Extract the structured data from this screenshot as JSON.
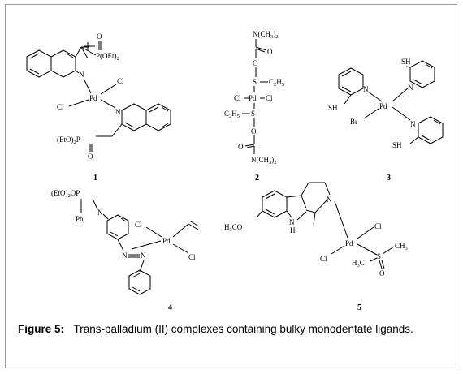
{
  "figure": {
    "label": "Figure 5:",
    "caption": "Trans-palladium (II) complexes containing bulky monodentate ligands."
  },
  "compounds": [
    {
      "number": "1",
      "atoms": {
        "pd": "Pd",
        "cl_top": "Cl",
        "cl_left": "Cl",
        "n1": "N",
        "n2": "N",
        "p_top": "P(OEt)",
        "p_top_sub": "2",
        "o_top": "O",
        "p_bottom_pre": "(EtO)",
        "p_bottom_sub": "2",
        "p_bottom": "P",
        "o_bottom": "O"
      }
    },
    {
      "number": "2",
      "atoms": {
        "pd": "Pd",
        "cl_left": "Cl",
        "cl_right": "Cl",
        "s_top": "S",
        "s_bottom": "S",
        "et_top": "C",
        "et_sub1": "2",
        "et_h": "H",
        "et_sub2": "5",
        "o1": "O",
        "o2": "O",
        "o3": "O",
        "o4": "O",
        "nme_top": "N(CH",
        "nme_sub": "3",
        "nme_close": ")",
        "nme_sub2": "2"
      }
    },
    {
      "number": "3",
      "atoms": {
        "pd": "Pd",
        "br": "Br",
        "sh": "SH",
        "n": "N"
      }
    },
    {
      "number": "4",
      "atoms": {
        "pd": "Pd",
        "cl": "Cl",
        "n": "N",
        "p_group": "(EtO)",
        "p_sub": "2",
        "p_rest": "OP",
        "ph": "Ph"
      }
    },
    {
      "number": "5",
      "atoms": {
        "pd": "Pd",
        "cl": "Cl",
        "n": "N",
        "nh": "N",
        "h": "H",
        "meo": "H",
        "meo_sub": "3",
        "meo_rest": "CO",
        "s": "S",
        "ch3": "CH",
        "ch3_sub": "3",
        "h3c": "H",
        "h3c_sub": "3",
        "h3c_rest": "C",
        "o": "O"
      }
    }
  ]
}
